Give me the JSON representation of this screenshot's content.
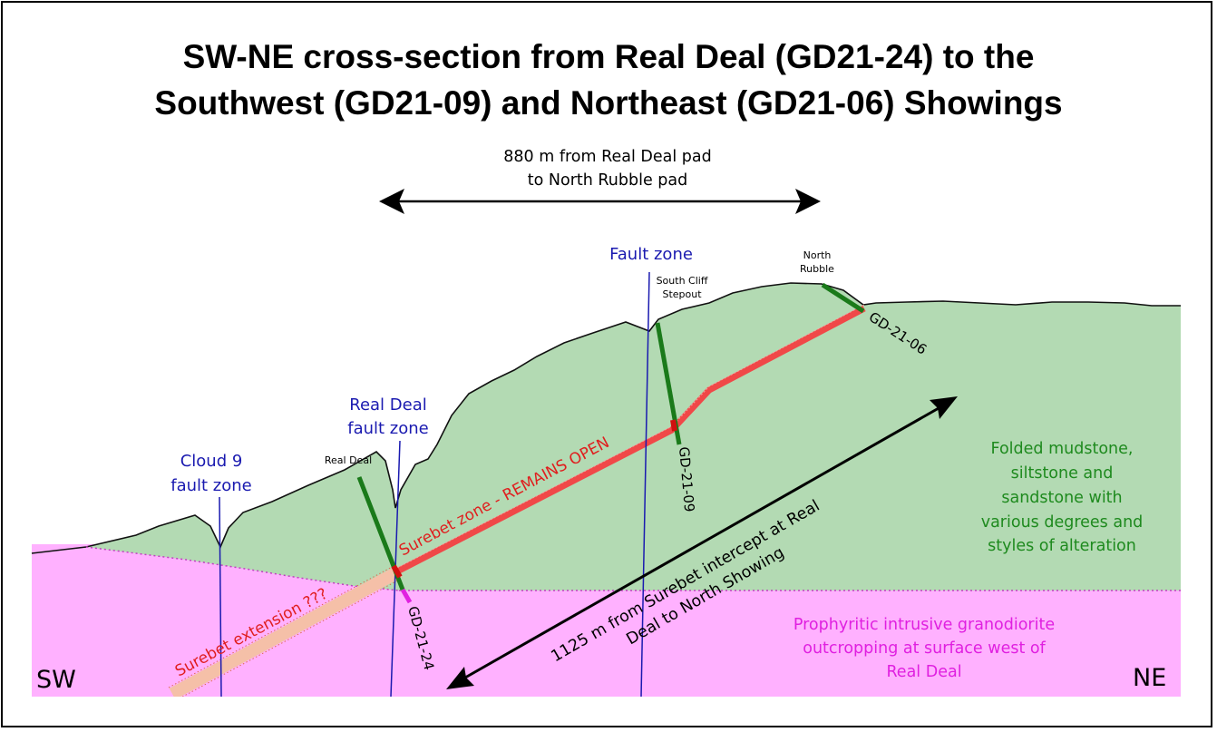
{
  "title": {
    "line1": "SW-NE cross-section from Real Deal (GD21-24) to the",
    "line2": "Southwest (GD21-09) and Northeast (GD21-06) Showings"
  },
  "distance_top": {
    "line1": "880 m from Real Deal pad",
    "line2": "to North Rubble pad"
  },
  "faults": {
    "cloud9_line1": "Cloud 9",
    "cloud9_line2": "fault zone",
    "realdeal_line1": "Real Deal",
    "realdeal_line2": "fault zone",
    "fault_zone": "Fault zone"
  },
  "sites": {
    "real_deal": "Real Deal",
    "south_cliff_line1": "South Cliff",
    "south_cliff_line2": "Stepout",
    "north_rubble_line1": "North",
    "north_rubble_line2": "Rubble"
  },
  "drillholes": {
    "gd21_24": "GD-21-24",
    "gd21_09": "GD-21-09",
    "gd21_06": "GD-21-06"
  },
  "zones": {
    "surebet_open": "Surebet zone - REMAINS OPEN",
    "surebet_extension": "Surebet extension ???"
  },
  "distance_diag": {
    "line1": "1125 m from Surebet intercept at Real",
    "line2": "Deal to North Showing"
  },
  "legend_sediments": {
    "line1": "Folded mudstone,",
    "line2": "siltstone and",
    "line3": "sandstone with",
    "line4": "various degrees and",
    "line5": "styles of alteration"
  },
  "legend_intrusive": {
    "line1": "Prophyritic intrusive granodiorite",
    "line2": "outcropping at surface west of",
    "line3": "Real Deal"
  },
  "directions": {
    "sw": "SW",
    "ne": "NE"
  },
  "colors": {
    "sediment_green": "#b3dab3",
    "intrusive_pink": "#ffb1ff",
    "surebet_red": "#f04848",
    "extension_salmon": "#f5c0a8",
    "drillhole_green": "#1a7a1a",
    "fault_blue": "#1a1ab0",
    "text_red": "#e01e1e",
    "text_magenta": "#e020e0",
    "text_green": "#1e8a1e"
  }
}
